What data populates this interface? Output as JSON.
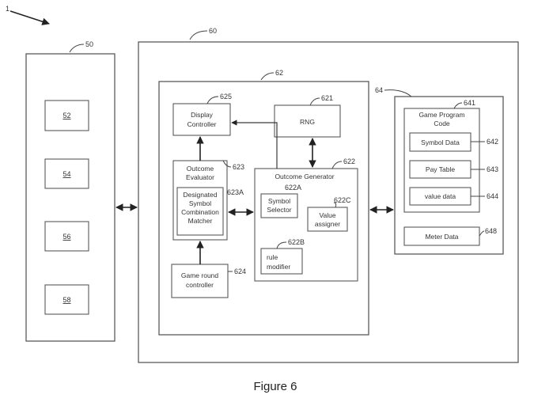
{
  "figure": {
    "caption": "Figure 6",
    "corner_label": "1"
  },
  "left_block": {
    "ref": "50",
    "items": [
      "52",
      "54",
      "56",
      "58"
    ]
  },
  "main_block": {
    "ref": "60"
  },
  "processor_block": {
    "ref": "62",
    "display_controller": {
      "ref": "625",
      "lines": [
        "Display",
        "Controller"
      ]
    },
    "rng": {
      "ref": "621",
      "label": "RNG"
    },
    "outcome_evaluator": {
      "ref": "623",
      "lines": [
        "Outcome",
        "Evaluator"
      ]
    },
    "symbol_matcher": {
      "ref": "623A",
      "lines": [
        "Designated",
        "Symbol",
        "Combination",
        "Matcher"
      ]
    },
    "outcome_generator": {
      "ref": "622",
      "label": "Outcome Generator"
    },
    "symbol_selector": {
      "ref": "622A",
      "lines": [
        "Symbol",
        "Selector"
      ]
    },
    "value_assigner": {
      "ref": "622C",
      "lines": [
        "Value",
        "assigner"
      ]
    },
    "rule_modifier": {
      "ref": "622B",
      "lines": [
        "rule",
        "modifier"
      ]
    },
    "game_round_controller": {
      "ref": "624",
      "lines": [
        "Game round",
        "controller"
      ]
    }
  },
  "memory_block": {
    "ref": "64",
    "game_program_code": {
      "ref": "641",
      "lines": [
        "Game Program",
        "Code"
      ]
    },
    "symbol_data": {
      "ref": "642",
      "label": "Symbol Data"
    },
    "pay_table": {
      "ref": "643",
      "label": "Pay Table"
    },
    "value_data": {
      "ref": "644",
      "label": "value data"
    },
    "meter_data": {
      "ref": "648",
      "label": "Meter Data"
    }
  }
}
